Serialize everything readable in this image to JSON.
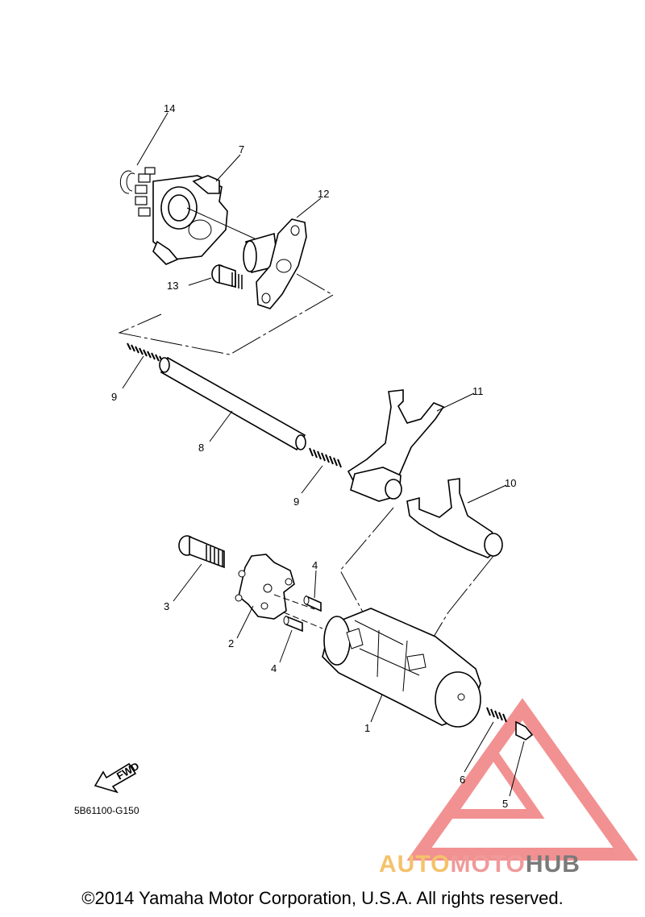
{
  "callouts": [
    {
      "id": "c14",
      "text": "14"
    },
    {
      "id": "c7",
      "text": "7"
    },
    {
      "id": "c12",
      "text": "12"
    },
    {
      "id": "c13",
      "text": "13"
    },
    {
      "id": "c9a",
      "text": "9"
    },
    {
      "id": "c8",
      "text": "8"
    },
    {
      "id": "c9b",
      "text": "9"
    },
    {
      "id": "c11",
      "text": "11"
    },
    {
      "id": "c10",
      "text": "10"
    },
    {
      "id": "c4a",
      "text": "4"
    },
    {
      "id": "c3",
      "text": "3"
    },
    {
      "id": "c2",
      "text": "2"
    },
    {
      "id": "c4b",
      "text": "4"
    },
    {
      "id": "c1",
      "text": "1"
    },
    {
      "id": "c6",
      "text": "6"
    },
    {
      "id": "c5",
      "text": "5"
    }
  ],
  "fwd_label": "FWD",
  "diagram_code": "5B61100-G150",
  "watermark": {
    "part1": "AUTO",
    "part2": "MOTO",
    "part3": "HUB",
    "color1": "#f5c26b",
    "color2": "#f09a9a",
    "color3": "#7a7a7a",
    "triangle_color": "#e8393a"
  },
  "copyright": "©2014 Yamaha Motor Corporation, U.S.A. All rights reserved."
}
